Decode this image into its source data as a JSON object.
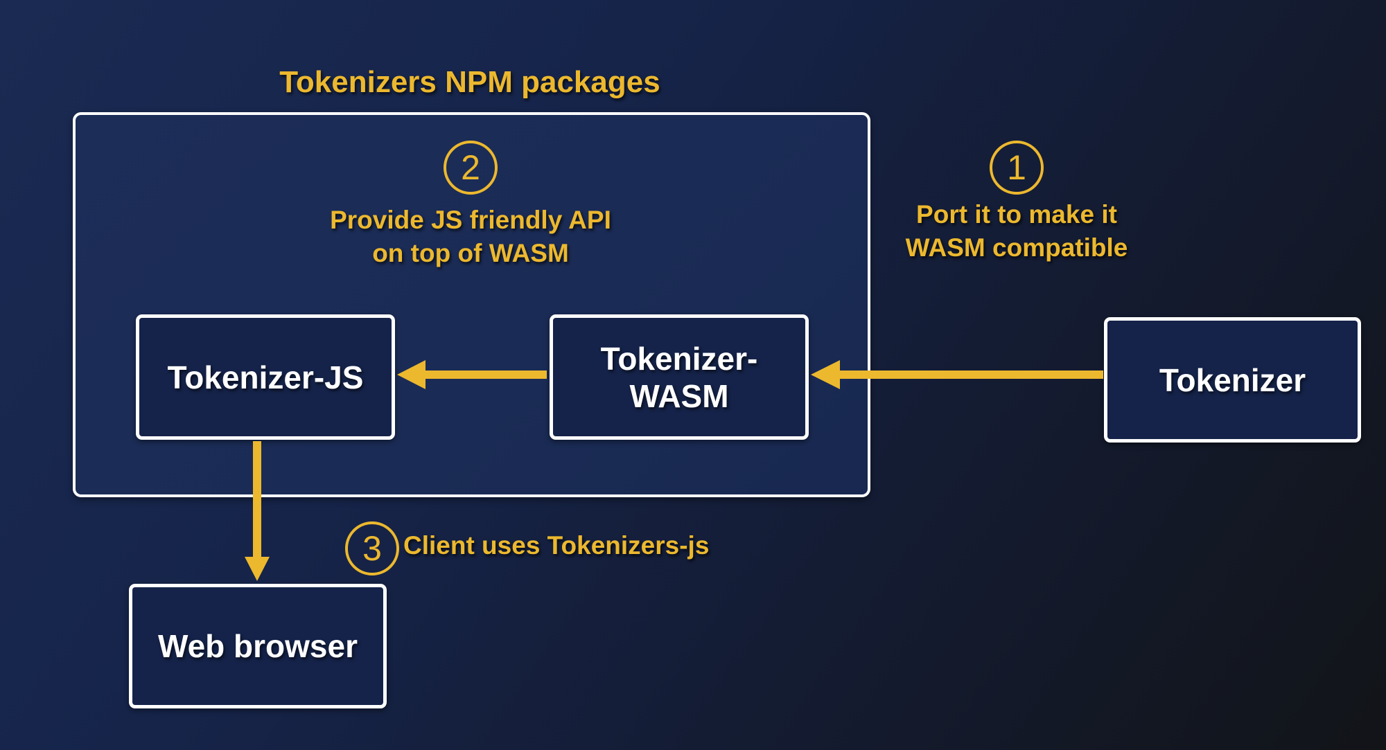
{
  "title": "Tokenizers NPM packages",
  "colors": {
    "accent": "#ecb82e",
    "node_fill": "#15234a",
    "node_border": "#ffffff",
    "background_start": "#1a2a52",
    "background_end": "#121418"
  },
  "nodes": {
    "tokenizer_js": {
      "label": "Tokenizer-JS"
    },
    "tokenizer_wasm": {
      "label_line1": "Tokenizer-",
      "label_line2": "WASM"
    },
    "tokenizer": {
      "label": "Tokenizer"
    },
    "web_browser": {
      "label": "Web browser"
    }
  },
  "steps": [
    {
      "number": "1",
      "line1": "Port it to make it",
      "line2": "WASM compatible"
    },
    {
      "number": "2",
      "line1": "Provide JS friendly API",
      "line2": "on top of WASM"
    },
    {
      "number": "3",
      "line1": "Client uses Tokenizers-js"
    }
  ],
  "edges": [
    {
      "from": "Tokenizer",
      "to": "Tokenizer-WASM"
    },
    {
      "from": "Tokenizer-WASM",
      "to": "Tokenizer-JS"
    },
    {
      "from": "Tokenizer-JS",
      "to": "Web browser"
    }
  ]
}
